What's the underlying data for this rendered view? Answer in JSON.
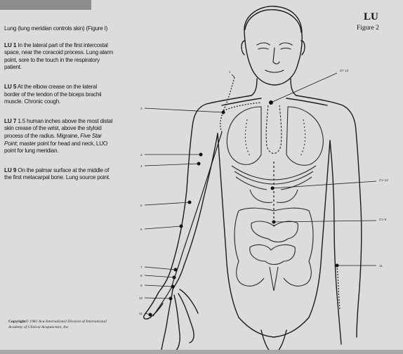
{
  "figure": {
    "title": "LU",
    "subtitle": "Figure 2"
  },
  "intro": {
    "bold": "Lung",
    "text": " (lung meridian controls skin) (Figure I)"
  },
  "points": [
    {
      "id": "LU 1",
      "text": " In the lateral part of the first intercostal space, near the coracoid process. Lung alarm point, sore to the touch in the respiratory patient."
    },
    {
      "id": "LU 5",
      "text": " At the elbow crease on the lateral border of the tendon of the biceps brachii muscle. Chronic cough."
    },
    {
      "id": "LU 7",
      "text_before": " 1.5 human inches above the most distal skin crease of the wrist, above the styloid process of the radius. Migraine, ",
      "italic": "Five Star Point",
      "text_after": "; master point for head and neck, LUO point for lung meridian."
    },
    {
      "id": "LU 9",
      "text": " On the palmar surface at the middle of the first metacarpal bone. Lung source point."
    }
  ],
  "copyright": {
    "bold": "Copyright",
    "rest": "© 1981 Acu-International Division of International Academy of Clinical Acupuncture, Inc."
  },
  "diagram_labels": {
    "st13": "ST 13",
    "cv12": "CV 12",
    "cv8": "CV 8",
    "lu11": "11",
    "num1": "1",
    "num2": "2",
    "num3": "3",
    "num4": "4",
    "num5": "5",
    "num6": "6",
    "num7": "7",
    "num8": "8",
    "num9": "9",
    "num10": "10",
    "num11b": "11"
  }
}
